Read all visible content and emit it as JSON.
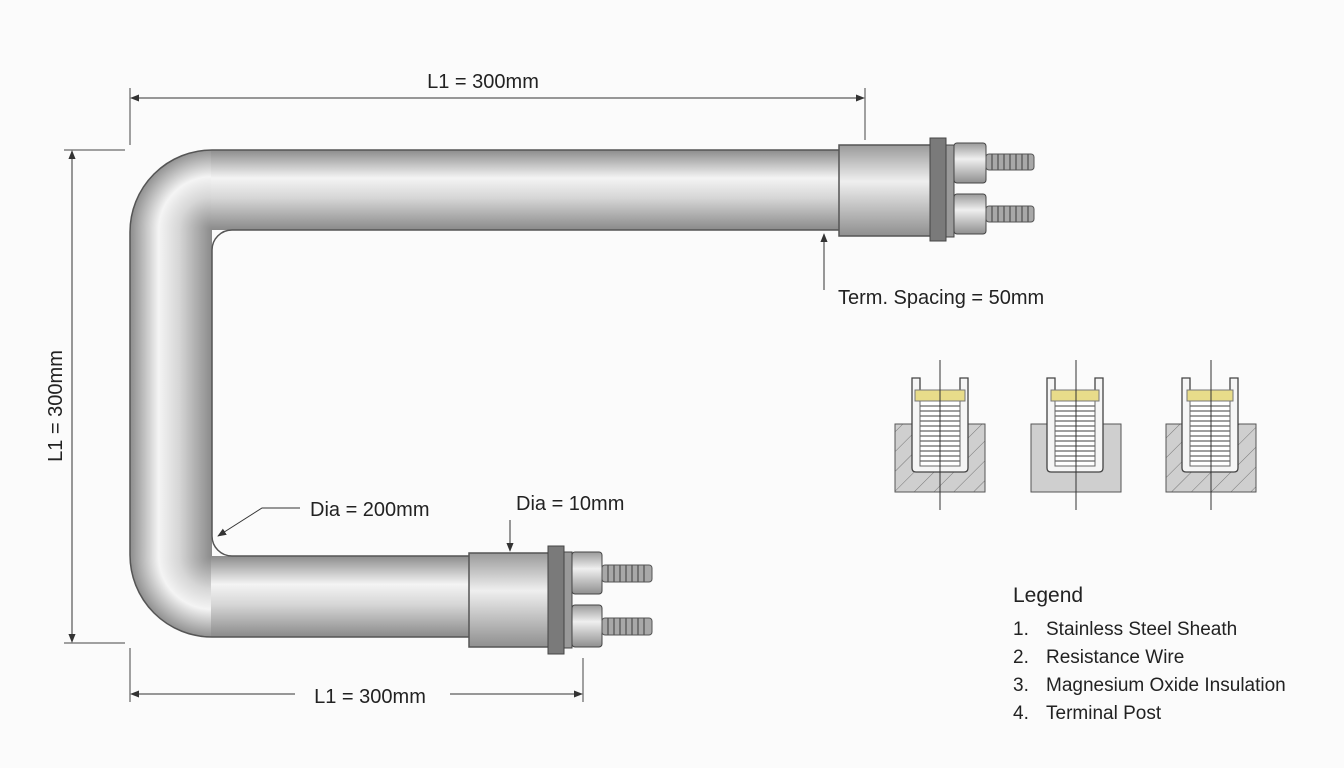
{
  "dimensions": {
    "top_length": "L1 = 300mm",
    "side_length": "L1 = 300mm",
    "bottom_length": "L1 = 300mm",
    "terminal_spacing": "Term. Spacing = 50mm",
    "bend_diameter": "Dia = 200mm",
    "tube_diameter": "Dia = 10mm"
  },
  "legend": {
    "title": "Legend",
    "items": [
      {
        "number": "1.",
        "label": "Stainless Steel Sheath"
      },
      {
        "number": "2.",
        "label": "Resistance Wire"
      },
      {
        "number": "3.",
        "label": "Magnesium Oxide Insulation"
      },
      {
        "number": "4.",
        "label": "Terminal Post"
      }
    ]
  },
  "colors": {
    "steel_light": "#f2f2f2",
    "steel_dark": "#8f8f8f",
    "insulation": "#e8dc8a",
    "block": "#cfcfcf",
    "line": "#333333"
  }
}
